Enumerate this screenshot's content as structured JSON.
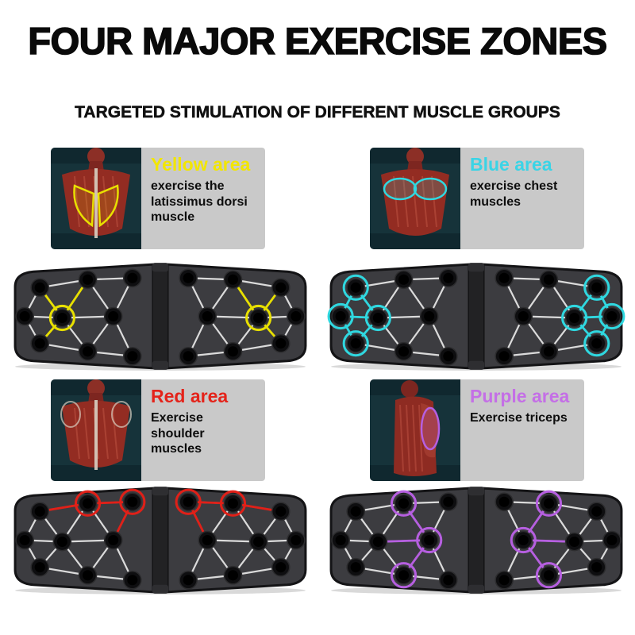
{
  "title": "FOUR MAJOR EXERCISE ZONES",
  "subtitle": "TARGETED STIMULATION OF DIFFERENT MUSCLE GROUPS",
  "zones": [
    {
      "id": "yellow",
      "label": "Yellow area",
      "label_color": "#f2e600",
      "highlight_color": "#e8e000",
      "description": "exercise the latissimus dorsi muscle",
      "anatomy": "back-lats"
    },
    {
      "id": "blue",
      "label": "Blue area",
      "label_color": "#3ad4e6",
      "highlight_color": "#2fd8e0",
      "description": "exercise chest muscles",
      "anatomy": "chest"
    },
    {
      "id": "red",
      "label": "Red area",
      "label_color": "#e4231a",
      "highlight_color": "#e02018",
      "description": "Exercise shoulder muscles",
      "anatomy": "shoulders"
    },
    {
      "id": "purple",
      "label": "Purple area",
      "label_color": "#c46fe6",
      "highlight_color": "#b65fe0",
      "description": "Exercise triceps",
      "anatomy": "triceps"
    }
  ]
}
